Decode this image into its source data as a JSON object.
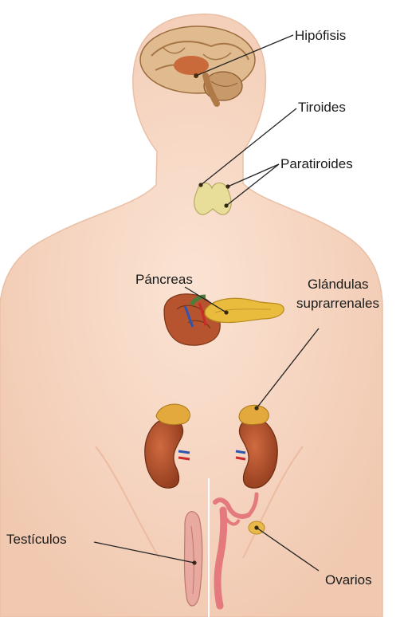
{
  "labels": {
    "hipofisis": "Hipófisis",
    "tiroides": "Tiroides",
    "paratiroides": "Paratiroides",
    "pancreas": "Páncreas",
    "suprarrenales_1": "Glándulas",
    "suprarrenales_2": "suprarrenales",
    "testiculos": "Testículos",
    "ovarios": "Ovarios"
  },
  "colors": {
    "skin": "#f7d8c4",
    "skin_shadow": "#eec0a6",
    "brain": "#d8b48a",
    "brain_dark": "#a0522d",
    "thyroid": "#e8dc98",
    "pancreas": "#e7b93a",
    "liver_gut": "#b8552f",
    "kidney": "#b8542e",
    "adrenal": "#e3a93c",
    "uterus": "#e47a7e"
  }
}
